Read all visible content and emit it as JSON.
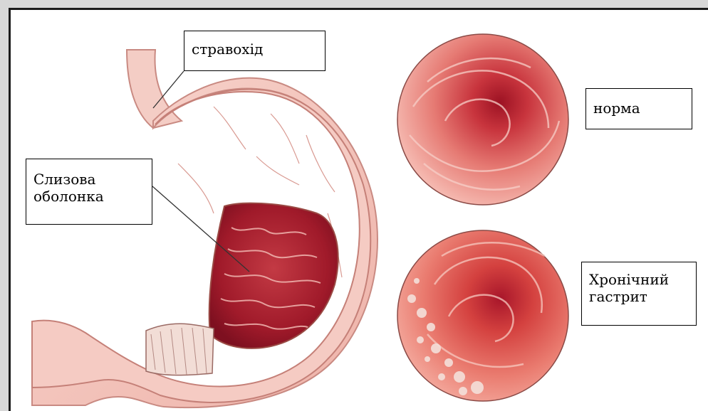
{
  "labels": {
    "esophagus": "стравохід",
    "mucosa_line1": "Слизова",
    "mucosa_line2": "оболонка",
    "normal": "норма",
    "gastritis_line1": "Хронічний",
    "gastritis_line2": "гастрит"
  },
  "colors": {
    "stomach_outer": "#f3c4bc",
    "stomach_outline": "#c98a82",
    "mucosa_inner": "#b8232f",
    "normal_center": "#a8192a",
    "normal_edge": "#f4b0a8",
    "gastritis_center": "#b0192a",
    "gastritis_lesion": "#f6e2dc"
  }
}
